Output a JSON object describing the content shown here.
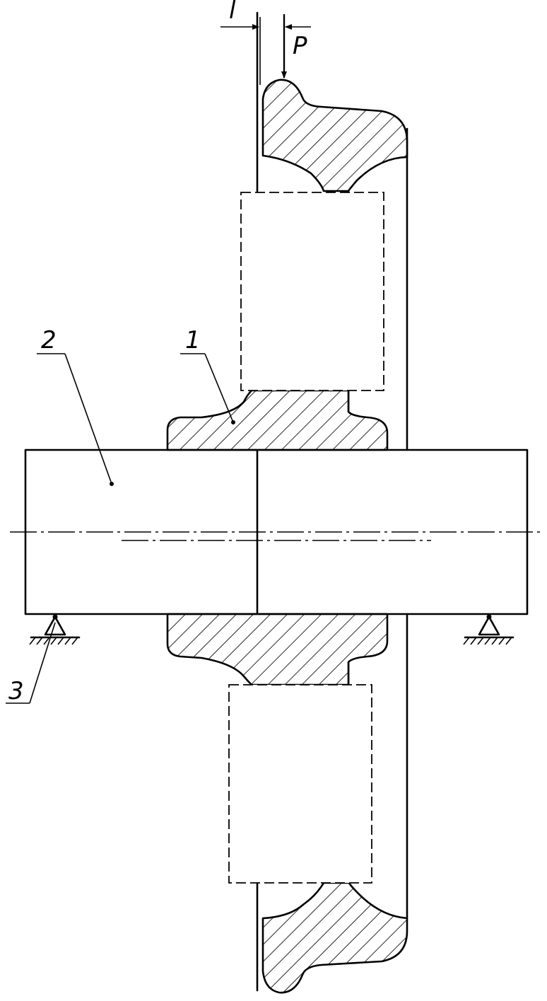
{
  "labels": {
    "wheel": "1",
    "axle": "2",
    "support": "3",
    "load": "P",
    "offset": "l"
  }
}
